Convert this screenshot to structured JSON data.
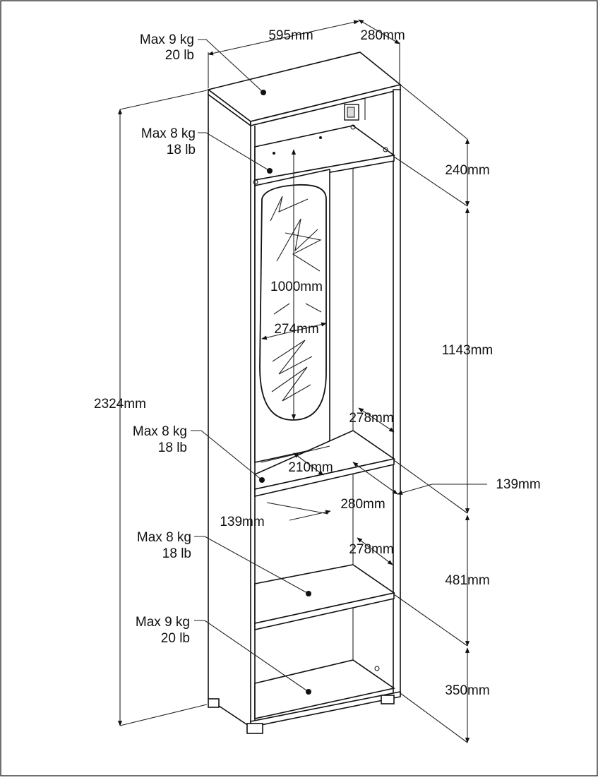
{
  "dimensions": {
    "width": "595mm",
    "depth": "280mm",
    "height": "2324mm",
    "top_compartment": "240mm",
    "mirror_section": "1143mm",
    "lower_compartment": "481mm",
    "bottom_compartment": "350mm",
    "mirror_height": "1000mm",
    "mirror_width": "274mm",
    "mirror_depth": "210mm",
    "inner_depth_upper": "278mm",
    "inner_depth_lower": "278mm",
    "shelf_depth": "280mm",
    "shelf_left_gap": "139mm",
    "shelf_right_gap": "139mm"
  },
  "loads": [
    {
      "kg": "Max 9 kg",
      "lb": "20 lb"
    },
    {
      "kg": "Max 8 kg",
      "lb": "18 lb"
    },
    {
      "kg": "Max 8 kg",
      "lb": "18 lb"
    },
    {
      "kg": "Max 8 kg",
      "lb": "18 lb"
    },
    {
      "kg": "Max 9 kg",
      "lb": "20 lb"
    }
  ]
}
